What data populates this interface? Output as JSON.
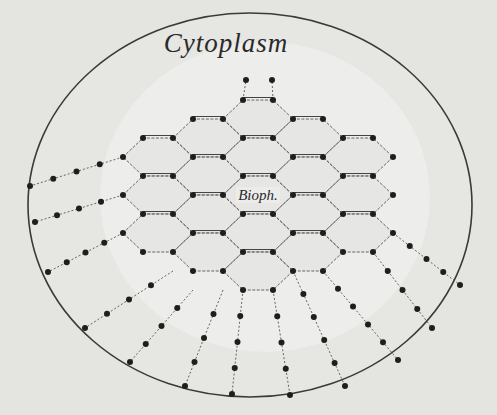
{
  "diagram": {
    "nodes": [
      {
        "text": [
          "Cytoplasm"
        ]
      },
      {
        "text": [
          "Bioph."
        ],
        "in": 0
      }
    ]
  }
}
